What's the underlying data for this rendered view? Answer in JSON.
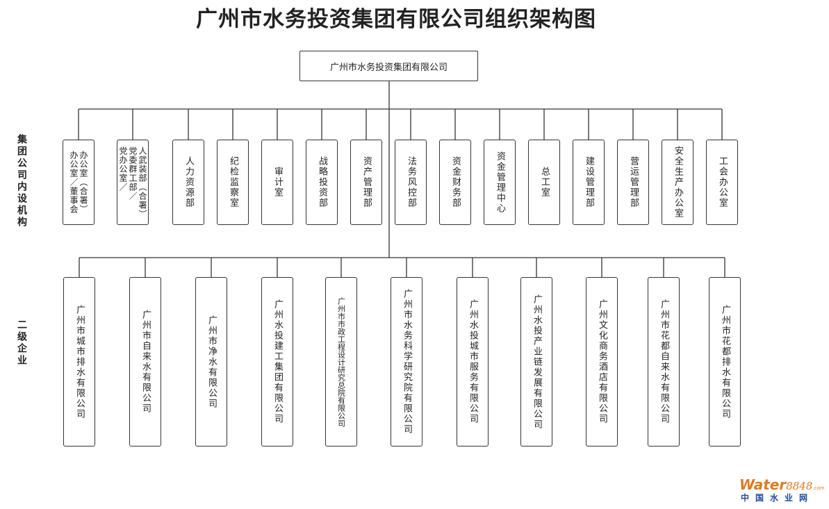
{
  "title": "广州市水务投资集团有限公司组织架构图",
  "root": "广州市水务投资集团有限公司",
  "labels": {
    "departments": "集团公司内设机构",
    "subsidiaries": "二级企业"
  },
  "departments": [
    {
      "name": "办公室（合署）\n办公室／董事会",
      "style": "multi"
    },
    {
      "name": "人武装部（合署）\n党委群工部／\n党办公室／",
      "style": "multi"
    },
    {
      "name": "人力资源部",
      "style": ""
    },
    {
      "name": "纪检监察室",
      "style": ""
    },
    {
      "name": "审计室",
      "style": ""
    },
    {
      "name": "战略投资部",
      "style": ""
    },
    {
      "name": "资产管理部",
      "style": ""
    },
    {
      "name": "法务风控部",
      "style": ""
    },
    {
      "name": "资金财务部",
      "style": ""
    },
    {
      "name": "资金管理中心",
      "style": ""
    },
    {
      "name": "总工室",
      "style": ""
    },
    {
      "name": "建设管理部",
      "style": ""
    },
    {
      "name": "营运管理部",
      "style": ""
    },
    {
      "name": "安全生产办公室",
      "style": ""
    },
    {
      "name": "工会办公室",
      "style": ""
    }
  ],
  "subsidiaries": [
    {
      "name": "广州市城市排水有限公司",
      "style": ""
    },
    {
      "name": "广州市自来水有限公司",
      "style": ""
    },
    {
      "name": "广州市净水有限公司",
      "style": ""
    },
    {
      "name": "广州水投建工集团有限公司",
      "style": ""
    },
    {
      "name": "广州市市政工程设计研究总院有限公司",
      "style": "small"
    },
    {
      "name": "广州市水务科学研究院有限公司",
      "style": ""
    },
    {
      "name": "广州水投城市服务有限公司",
      "style": ""
    },
    {
      "name": "广州水投产业链发展有限公司",
      "style": ""
    },
    {
      "name": "广州文化商务酒店有限公司",
      "style": ""
    },
    {
      "name": "广州市花都自来水有限公司",
      "style": ""
    },
    {
      "name": "广州市花都排水有限公司",
      "style": ""
    }
  ],
  "watermark": {
    "brand": "Water",
    "number": "8848",
    "suffix": ".com",
    "chinese": "中国水业网"
  }
}
